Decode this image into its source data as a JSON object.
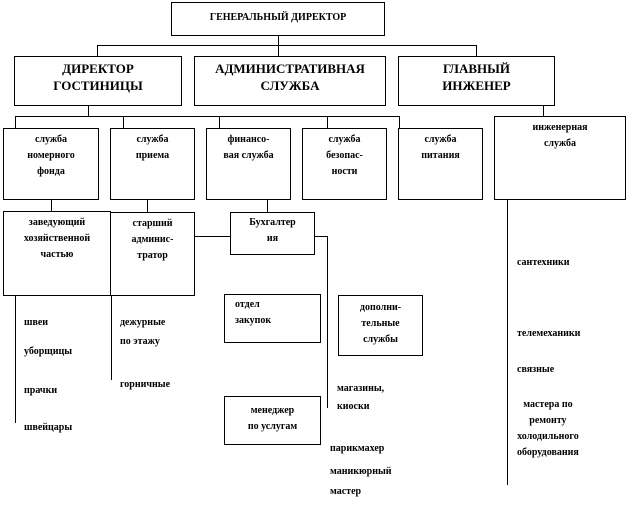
{
  "top": {
    "general_director": "ГЕНЕРАЛЬНЫЙ  ДИРЕКТОР"
  },
  "level2": {
    "hotel_director": [
      "ДИРЕКТОР",
      "ГОСТИНИЦЫ"
    ],
    "admin_service": [
      "АДМИНИСТРАТИВНАЯ",
      "СЛУЖБА"
    ],
    "chief_engineer": [
      "ГЛАВНЫЙ",
      "ИНЖЕНЕР"
    ]
  },
  "level3": {
    "room_fund": [
      "служба",
      "номерного",
      "фонда"
    ],
    "reception": [
      "служба",
      "приема"
    ],
    "finance": [
      "финансо-",
      "вая служба"
    ],
    "security": [
      "служба",
      "безопас-",
      "ности"
    ],
    "catering": [
      "служба",
      "питания"
    ],
    "engineering": [
      "инженерная",
      "служба"
    ]
  },
  "level4": {
    "housekeeping_head": [
      "заведующий",
      "хозяйственной",
      "частью"
    ],
    "senior_admin": [
      "старший",
      "админис-",
      "тратор"
    ],
    "accounting": [
      "Бухгалтер",
      "ия"
    ],
    "procurement": [
      "отдел",
      "закупок"
    ],
    "additional_services": [
      "дополни-",
      "тельные",
      "службы"
    ],
    "service_manager": [
      "менеджер",
      "по услугам"
    ]
  },
  "staff": {
    "housekeeping": [
      "швеи",
      "уборщицы",
      "прачки",
      "швейцары"
    ],
    "reception": [
      "дежурные",
      "по этажу",
      "горничные"
    ],
    "additional": [
      "магазины,",
      "киоски",
      "парикмахер",
      "маникюрный",
      "мастер"
    ],
    "engineering": [
      "сантехники",
      "телемеханики",
      "связные",
      "мастера по",
      "ремонту",
      "холодильного",
      "оборудования"
    ]
  }
}
